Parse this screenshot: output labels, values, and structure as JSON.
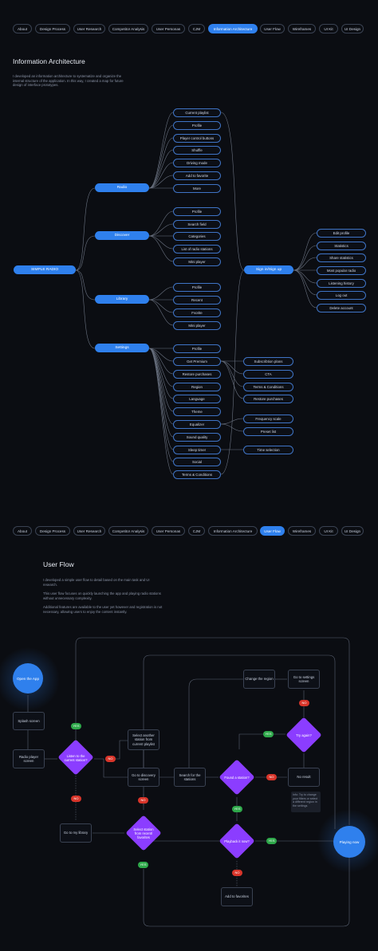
{
  "nav": {
    "items": [
      "About",
      "Design Process",
      "User Research",
      "Competitor Analysis",
      "User Personas",
      "CJM",
      "Information Architecture",
      "User Flow",
      "Wireframes",
      "UI Kit",
      "UI Design"
    ]
  },
  "ia": {
    "title": "Information Architecture",
    "description": "I developed an information architecture to systematize and organize the internal structure of the application. In this way, I created a map for future design of interface prototypes.",
    "root": "SIMPLE RADIO",
    "radio": {
      "label": "Radio",
      "children": [
        "Current playlist",
        "Profile",
        "Player control buttons",
        "Shuffle",
        "Driving mode",
        "Add to favorite",
        "More"
      ]
    },
    "discover": {
      "label": "Discover",
      "children": [
        "Profile",
        "Search field",
        "Categories",
        "List of radio stations",
        "Mini player"
      ]
    },
    "library": {
      "label": "Library",
      "children": [
        "Profile",
        "Recent",
        "Fvorite",
        "Mini player"
      ]
    },
    "settings": {
      "label": "Settings",
      "children": [
        "Profile",
        "Get Premium",
        "Restore purchases",
        "Region",
        "Language",
        "Theme",
        "Equalizer",
        "Sound quality",
        "Sleep timer",
        "Social",
        "Terms & Conditions"
      ]
    },
    "premium": [
      "Subscribtion plans",
      "CTA",
      "Terms & Conditions",
      "Restore purchases"
    ],
    "equalizer": [
      "Frequency scale",
      "Preset list"
    ],
    "sleep": [
      "Time selection"
    ],
    "signin": {
      "label": "Sign in/Sign up",
      "children": [
        "Edit profile",
        "Statistics",
        "Share statistics",
        "Most popular radio",
        "Listening history",
        "Log out",
        "Delete account"
      ]
    }
  },
  "uf": {
    "title": "User Flow",
    "p1": "I developed a simple user flow to detail based on the main task and UI research.",
    "p2": "This user flow focuses on quickly launching the app and playing radio stations without unnecessary complexity.",
    "p3": "Additional features are available to the user yet however and registration is not necessary, allowing users to enjoy the content instantly.",
    "open_app": "Open the App",
    "splash": "Splash screen",
    "radio_player": "Radio player screen",
    "listen": "Listen to the current station?",
    "select_another": "Select another station from current playlist",
    "go_discovery": "Go to discovery screen",
    "search": "Search for the stations",
    "found": "Found a station?",
    "no_result": "No result",
    "try_again": "Try again?",
    "change_region": "Change the region",
    "go_settings": "Go to settings screen",
    "note": "Info: Try to change your filters or select a different region in the settings",
    "go_library": "Go to my library",
    "select_recent": "Select station from recent/ favorites",
    "playback": "Playback it now?",
    "playing_now": "Playing now",
    "add_fav": "Add to favorites",
    "yes": "YES",
    "no": "NO"
  }
}
